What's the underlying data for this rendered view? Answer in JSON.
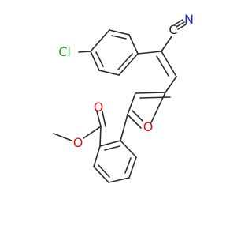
{
  "molecule": {
    "atoms": {
      "chlorine": {
        "label": "Cl",
        "color": "#1fa51f"
      },
      "nitrile_carbon": {
        "label": "C",
        "color": "#2a2a2a"
      },
      "nitrile_nitrogen": {
        "label": "N",
        "color": "#2020e0"
      },
      "furan_oxygen": {
        "label": "O",
        "color": "#e01010"
      },
      "ester_carbonyl_oxygen": {
        "label": "O",
        "color": "#e01010"
      },
      "ester_ether_oxygen": {
        "label": "O",
        "color": "#e01010"
      }
    }
  }
}
